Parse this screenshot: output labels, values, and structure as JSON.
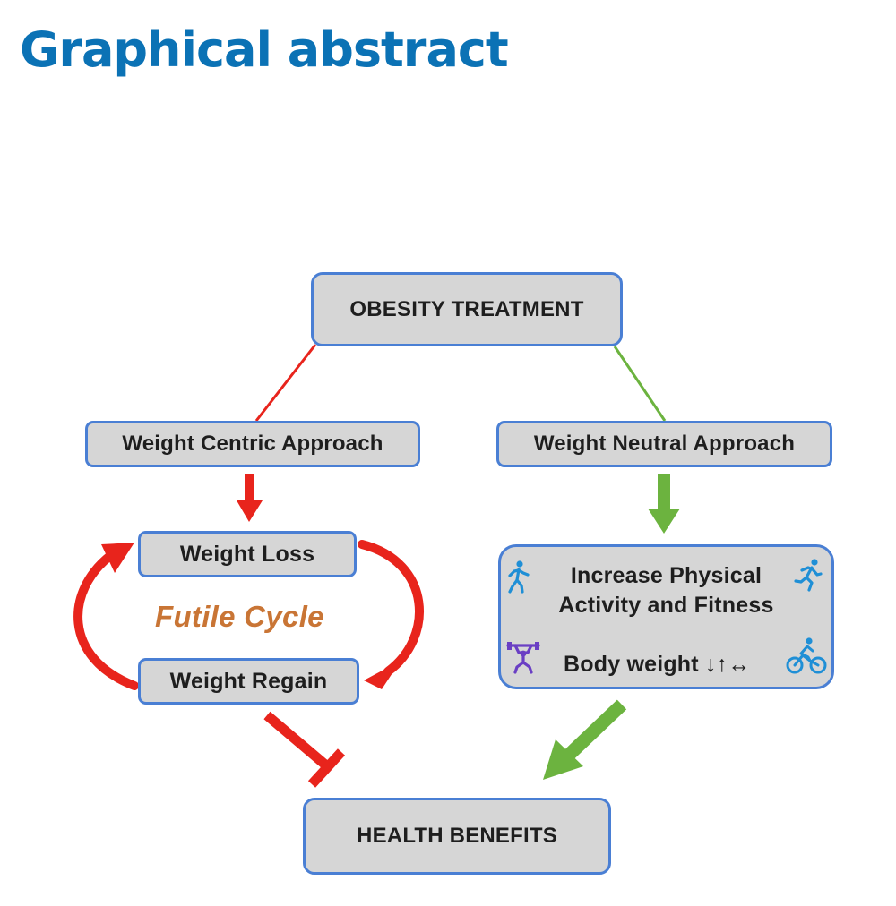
{
  "page": {
    "title": "Graphical abstract"
  },
  "diagram": {
    "nodes": {
      "obesity_treatment": "OBESITY TREATMENT",
      "weight_centric": "Weight Centric Approach",
      "weight_neutral": "Weight Neutral Approach",
      "weight_loss": "Weight Loss",
      "weight_regain": "Weight Regain",
      "futile_cycle": "Futile Cycle",
      "activity_line1": "Increase Physical",
      "activity_line2": "Activity and Fitness",
      "body_weight": "Body weight ↓↑↔",
      "health_benefits": "HEALTH BENEFITS"
    },
    "icons": [
      "walking-person-icon",
      "running-person-icon",
      "weightlifter-icon",
      "cyclist-icon"
    ]
  },
  "colors": {
    "title": "#0b72b5",
    "node_fill": "#d6d6d6",
    "node_border": "#4a7fd4",
    "weight_centric_path": "#e8241c",
    "weight_neutral_path": "#6cb33f",
    "futile_cycle_text": "#c97535",
    "icon_blue": "#1f8fd6",
    "icon_purple": "#6a3fc4"
  }
}
